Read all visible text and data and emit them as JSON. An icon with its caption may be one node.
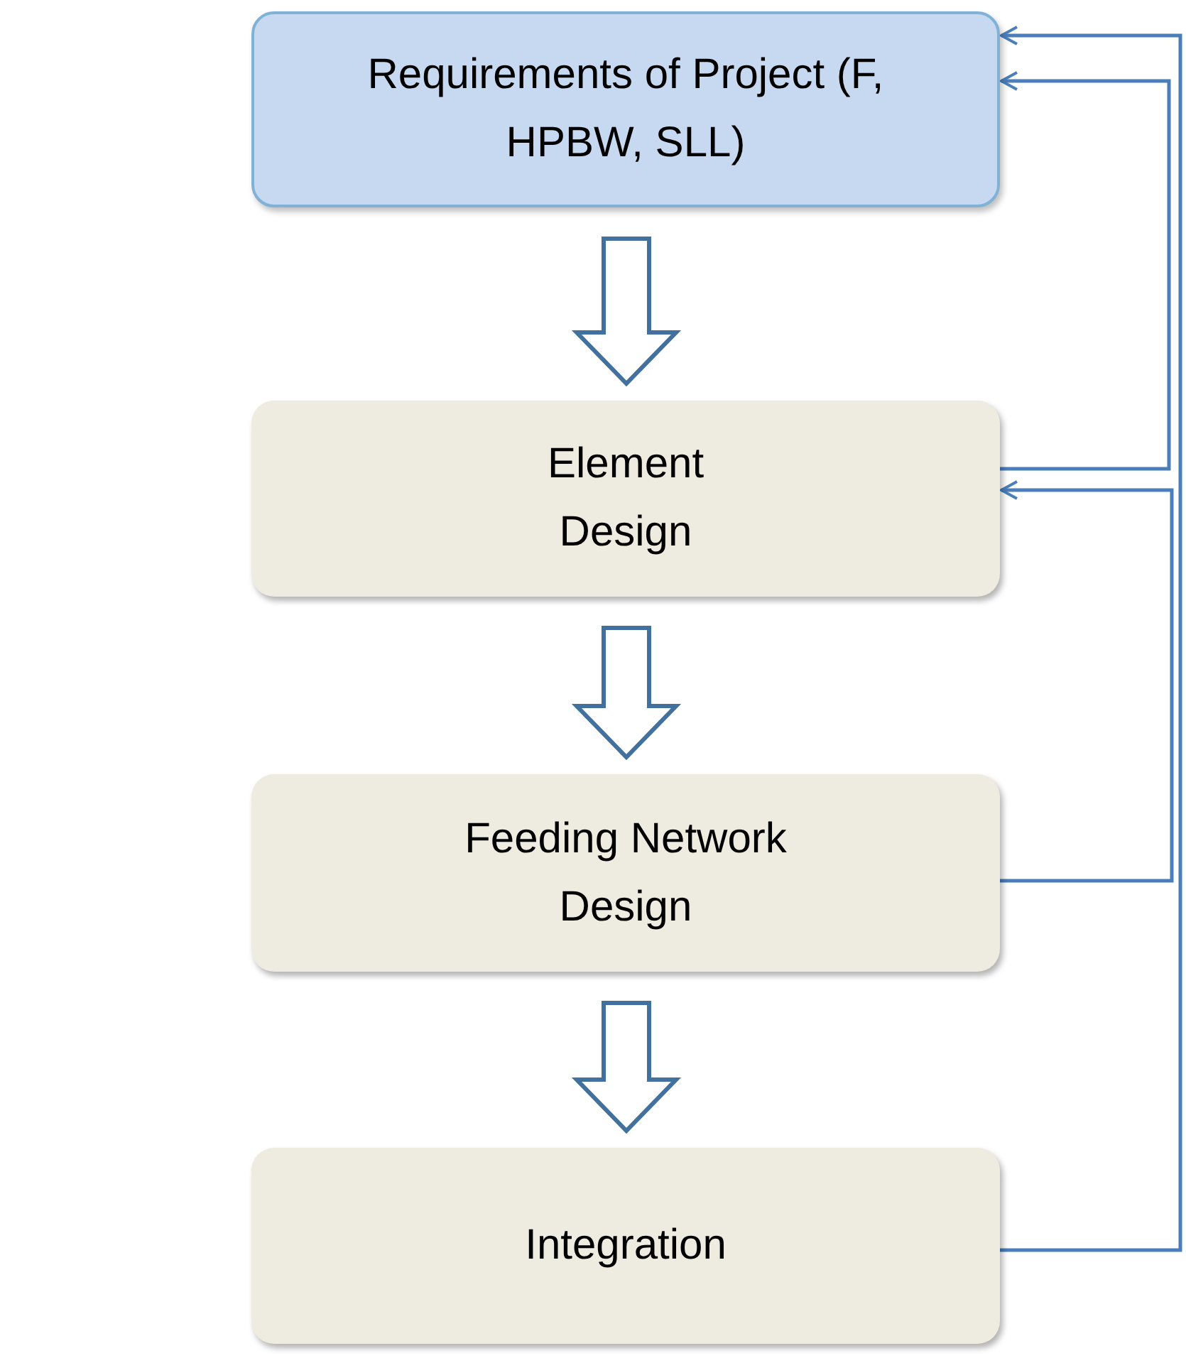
{
  "diagram": {
    "nodes": [
      {
        "text": [
          "Requirements of Project (F, HPBW, SLL)"
        ]
      },
      {
        "text": [
          "Element Design"
        ]
      },
      {
        "text": [
          "Feeding Network Design"
        ]
      },
      {
        "text": [
          "Integration"
        ]
      }
    ],
    "edges": [
      {
        "from": 0,
        "to": 1,
        "arrow": "to",
        "style": "thick"
      },
      {
        "from": 1,
        "to": 2,
        "arrow": "to",
        "style": "thick"
      },
      {
        "from": 2,
        "to": 3,
        "arrow": "to",
        "style": "thick"
      },
      {
        "from": 3,
        "to": 0,
        "arrow": "to"
      },
      {
        "from": 1,
        "to": 0,
        "arrow": "to"
      },
      {
        "from": 2,
        "to": 1,
        "arrow": "to"
      }
    ]
  }
}
